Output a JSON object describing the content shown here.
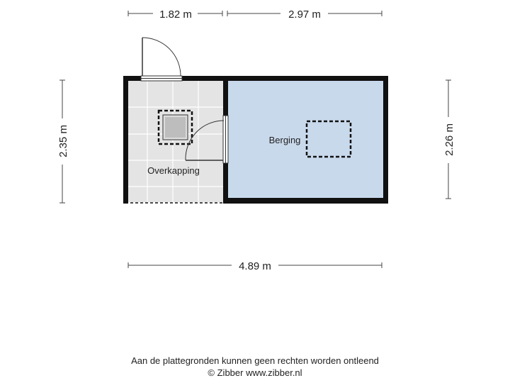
{
  "dimensions": {
    "top_left": "1.82 m",
    "top_right": "2.97 m",
    "left": "2.35 m",
    "right": "2.26 m",
    "bottom": "4.89 m"
  },
  "rooms": {
    "overkapping": "Overkapping",
    "berging": "Berging"
  },
  "colors": {
    "wall": "#111111",
    "berging_fill": "#c9d9ec",
    "overkapping_fill": "#e4e4e4",
    "tile_lines": "#ffffff"
  },
  "footer": {
    "disclaimer": "Aan de plattegronden kunnen geen rechten worden ontleend",
    "copyright": "© Zibber www.zibber.nl"
  }
}
